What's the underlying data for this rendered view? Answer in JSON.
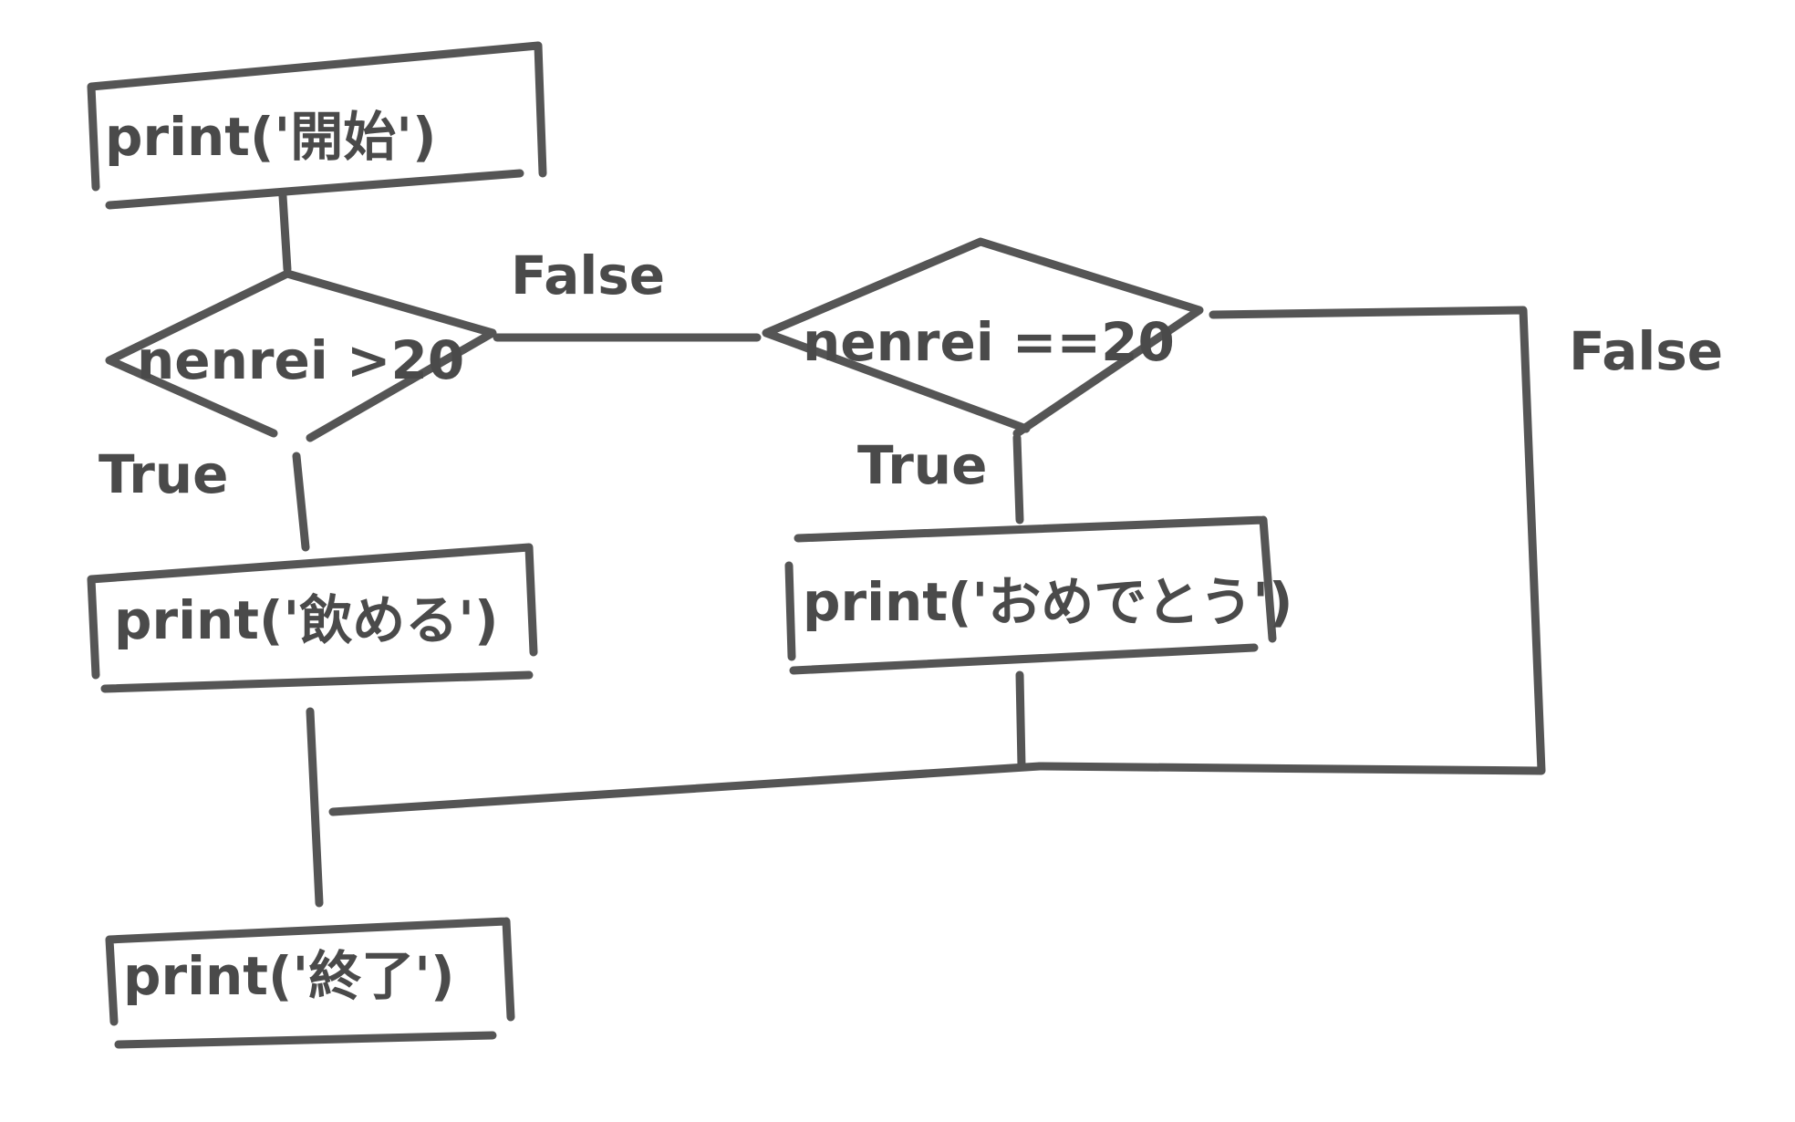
{
  "diagram": {
    "nodes": {
      "start": {
        "text": "print('開始')"
      },
      "cond_gt": {
        "text": "nenrei >20"
      },
      "cond_eq": {
        "text": "nenrei ==20"
      },
      "print_nomeru": {
        "text": "print('飲める')"
      },
      "print_omedetou": {
        "text": "print('おめでとう')"
      },
      "end": {
        "text": "print('終了')"
      }
    },
    "edges": {
      "gt_false": {
        "text": "False"
      },
      "gt_true": {
        "text": "True"
      },
      "eq_true": {
        "text": "True"
      },
      "eq_false": {
        "text": "False"
      }
    }
  },
  "colors": {
    "ink": "#555555",
    "background": "#ffffff"
  }
}
